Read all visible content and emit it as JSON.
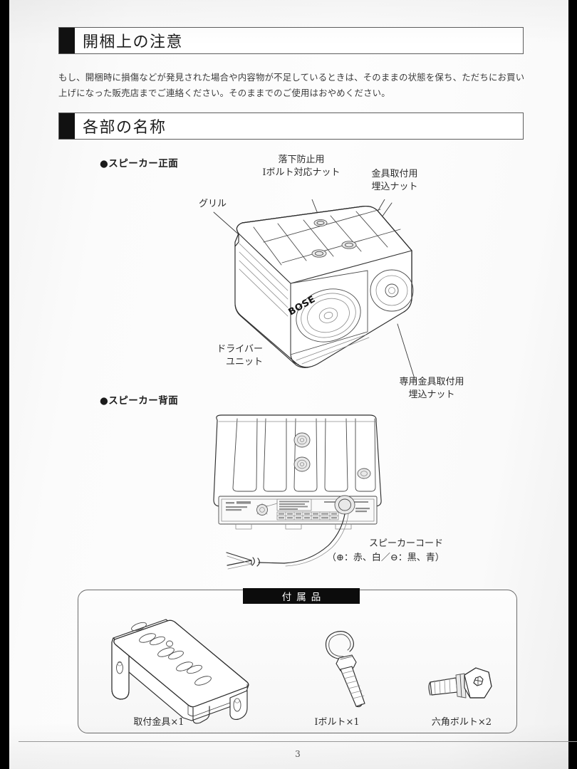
{
  "document": {
    "page_number": "3",
    "language": "ja"
  },
  "sections": [
    {
      "id": "unpacking",
      "heading": "開梱上の注意",
      "body": "もし、開梱時に損傷などが発見された場合や内容物が不足しているときは、そのままの状態を保ち、ただちにお買い上げになった販売店までご連絡ください。そのままでのご使用はおやめください。"
    },
    {
      "id": "parts-names",
      "heading": "各部の名称"
    }
  ],
  "figures": {
    "front": {
      "sublabel": "●スピーカー正面",
      "callouts": {
        "grille": "グリル",
        "fall_prevention_nut": "落下防止用\nIボルト対応ナット",
        "bracket_insert_nut": "金具取付用\n埋込ナット",
        "driver_unit": "ドライバー\nユニット",
        "dedicated_bracket_nut": "専用金具取付用\n埋込ナット"
      },
      "brand_logo": "BOSE"
    },
    "rear": {
      "sublabel": "●スピーカー背面",
      "callouts": {
        "speaker_cord": "スピーカーコード",
        "polarity": "（⊕：赤、白／⊖：黒、青）"
      }
    }
  },
  "accessories": {
    "banner": "付属品",
    "items": [
      {
        "id": "mount-bracket",
        "label": "取付金具×1",
        "icon": "mounting-bracket-icon"
      },
      {
        "id": "i-bolt",
        "label": "Iボルト×1",
        "icon": "eye-bolt-icon"
      },
      {
        "id": "hex-bolt",
        "label": "六角ボルト×2",
        "icon": "hex-bolt-icon"
      }
    ]
  },
  "colors": {
    "page": "#fbfbfb",
    "ink": "#2b2b2b",
    "banner_bg": "#0c0c0c",
    "heading_block": "#111111",
    "frame_border": "#5d5d5d"
  }
}
